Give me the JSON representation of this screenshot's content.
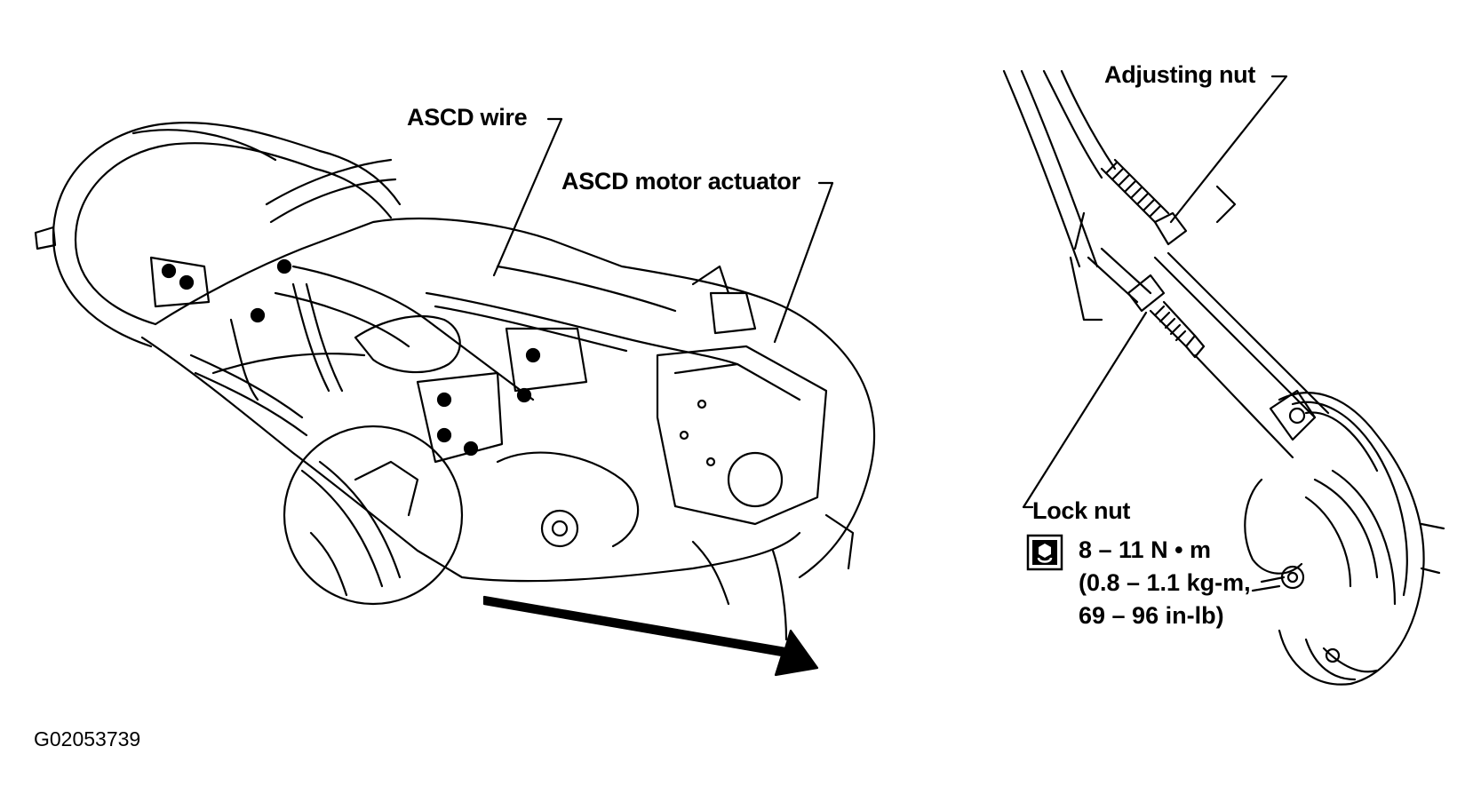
{
  "labels": {
    "ascd_wire": "ASCD wire",
    "ascd_motor_actuator": "ASCD motor actuator",
    "adjusting_nut": "Adjusting nut",
    "lock_nut": "Lock nut"
  },
  "torque": {
    "icon": "torque-wrench-icon",
    "line1": "8 – 11 N • m",
    "line2": "(0.8 – 1.1 kg-m,",
    "line3": "69 – 96 in-lb)"
  },
  "figure_id": "G02053739",
  "colors": {
    "ink": "#000000",
    "paper": "#ffffff"
  }
}
